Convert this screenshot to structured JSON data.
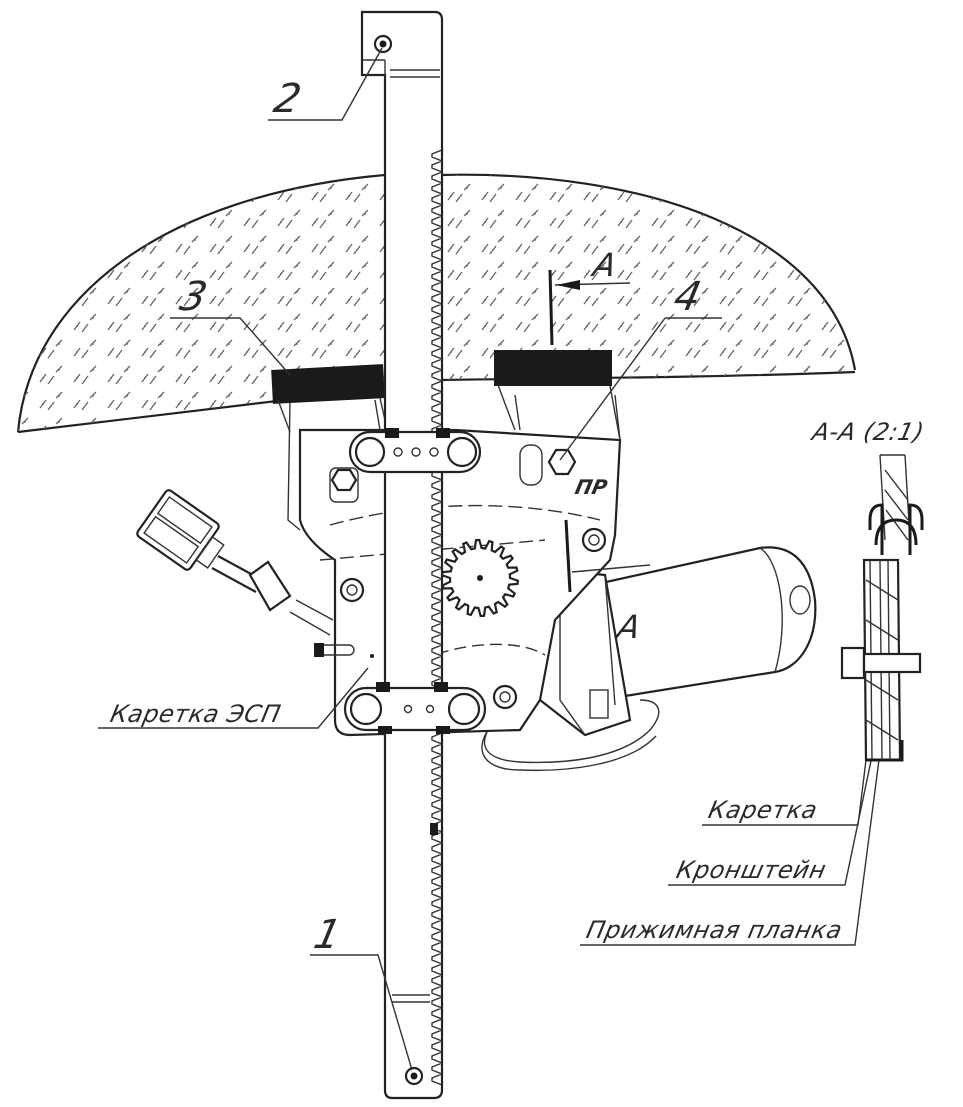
{
  "diagram": {
    "labels": {
      "item_1": "1",
      "item_2": "2",
      "item_3": "3",
      "item_4": "4",
      "section_mark_top": "А",
      "section_mark_side": "А",
      "section_view_title": "А-А (2:1)",
      "carriage_escp": "Каретка ЭСП",
      "carriage": "Каретка",
      "bracket": "Кронштейн",
      "clamp_bar": "Прижимная планка",
      "plate_mark": "ПР"
    },
    "colors": {
      "line": "#1a1a1a",
      "glass_hatch": "#555555",
      "pad": "#1a1a1a",
      "background": "#ffffff"
    }
  }
}
